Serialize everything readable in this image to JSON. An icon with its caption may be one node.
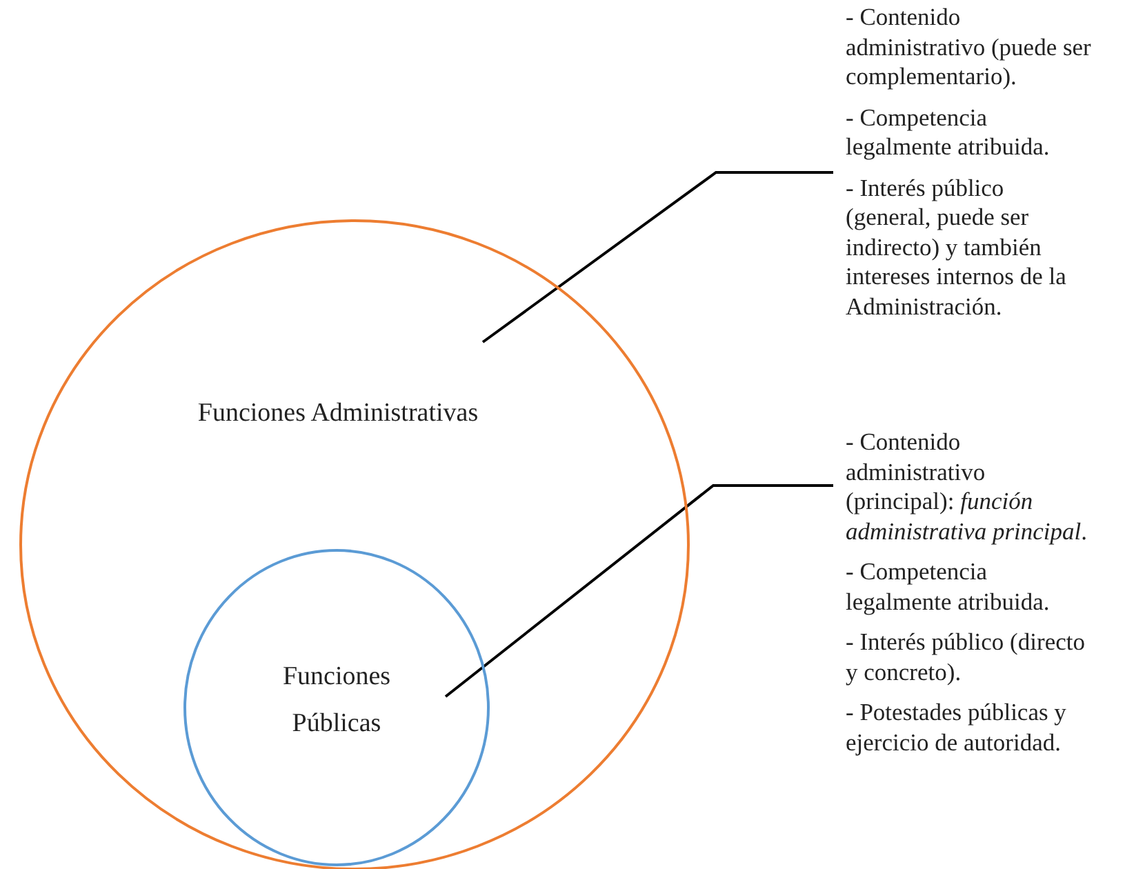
{
  "diagram": {
    "nodes": [
      {
        "text": [
          "Funciones Administrativas"
        ]
      },
      {
        "text": [
          "Funciones Públicas"
        ],
        "in": 0
      },
      {
        "text": [
          "- Contenido administrativo (puede ser complementario).",
          "- Competencia legalmente atribuida.",
          "- Interés público (general, puede ser indirecto) y también intereses internos de la Administración."
        ]
      },
      {
        "text": [
          "- Contenido administrativo (principal): *función administrativa principal*.",
          "- Competencia legalmente atribuida.",
          "- Interés público (directo y concreto).",
          "- Potestades públicas y ejercicio de autoridad."
        ]
      }
    ],
    "edges": [
      {
        "from": 2,
        "to": 0,
        "arrow": "none"
      },
      {
        "from": 3,
        "to": 1,
        "arrow": "none"
      }
    ]
  }
}
